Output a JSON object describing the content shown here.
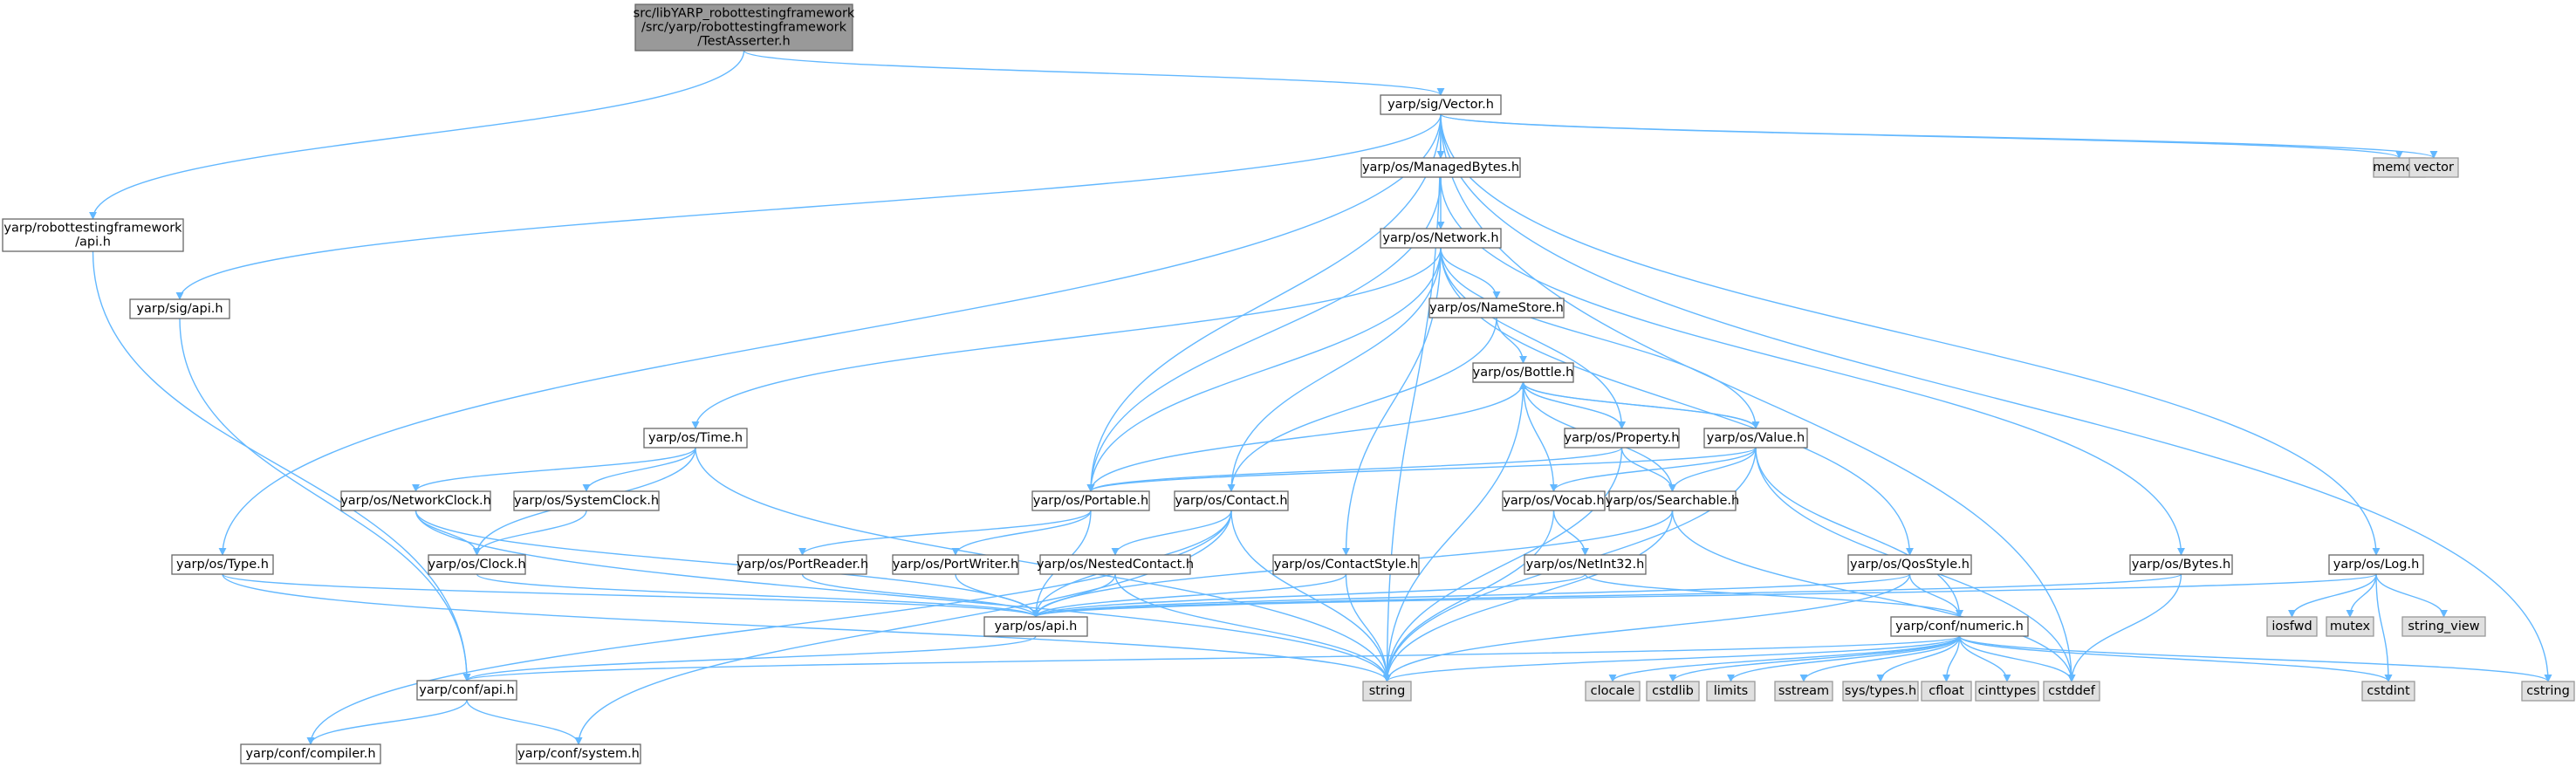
{
  "colors": {
    "edge": "#63b8ff",
    "primary_fill": "#999999",
    "normal_fill": "#ffffff",
    "external_fill": "#e0e0e0",
    "border": "#666666"
  },
  "nodes": [
    {
      "id": "root",
      "kind": "primary",
      "lines": [
        "src/libYARP_robottestingframework",
        "/src/yarp/robottestingframework",
        "/TestAsserter.h"
      ]
    },
    {
      "id": "rtf_api",
      "kind": "normal",
      "lines": [
        "yarp/robottestingframework",
        "/api.h"
      ]
    },
    {
      "id": "vector_h",
      "kind": "normal",
      "lines": [
        "yarp/sig/Vector.h"
      ]
    },
    {
      "id": "sig_api",
      "kind": "normal",
      "lines": [
        "yarp/sig/api.h"
      ]
    },
    {
      "id": "managedbytes",
      "kind": "normal",
      "lines": [
        "yarp/os/ManagedBytes.h"
      ]
    },
    {
      "id": "network",
      "kind": "normal",
      "lines": [
        "yarp/os/Network.h"
      ]
    },
    {
      "id": "namestore",
      "kind": "normal",
      "lines": [
        "yarp/os/NameStore.h"
      ]
    },
    {
      "id": "bottle",
      "kind": "normal",
      "lines": [
        "yarp/os/Bottle.h"
      ]
    },
    {
      "id": "time",
      "kind": "normal",
      "lines": [
        "yarp/os/Time.h"
      ]
    },
    {
      "id": "property",
      "kind": "normal",
      "lines": [
        "yarp/os/Property.h"
      ]
    },
    {
      "id": "value",
      "kind": "normal",
      "lines": [
        "yarp/os/Value.h"
      ]
    },
    {
      "id": "networkclock",
      "kind": "normal",
      "lines": [
        "yarp/os/NetworkClock.h"
      ]
    },
    {
      "id": "systemclock",
      "kind": "normal",
      "lines": [
        "yarp/os/SystemClock.h"
      ]
    },
    {
      "id": "portable",
      "kind": "normal",
      "lines": [
        "yarp/os/Portable.h"
      ]
    },
    {
      "id": "contact",
      "kind": "normal",
      "lines": [
        "yarp/os/Contact.h"
      ]
    },
    {
      "id": "vocab",
      "kind": "normal",
      "lines": [
        "yarp/os/Vocab.h"
      ]
    },
    {
      "id": "searchable",
      "kind": "normal",
      "lines": [
        "yarp/os/Searchable.h"
      ]
    },
    {
      "id": "type",
      "kind": "normal",
      "lines": [
        "yarp/os/Type.h"
      ]
    },
    {
      "id": "clock",
      "kind": "normal",
      "lines": [
        "yarp/os/Clock.h"
      ]
    },
    {
      "id": "portreader",
      "kind": "normal",
      "lines": [
        "yarp/os/PortReader.h"
      ]
    },
    {
      "id": "portwriter",
      "kind": "normal",
      "lines": [
        "yarp/os/PortWriter.h"
      ]
    },
    {
      "id": "nestedcontact",
      "kind": "normal",
      "lines": [
        "yarp/os/NestedContact.h"
      ]
    },
    {
      "id": "contactstyle",
      "kind": "normal",
      "lines": [
        "yarp/os/ContactStyle.h"
      ]
    },
    {
      "id": "netint32",
      "kind": "normal",
      "lines": [
        "yarp/os/NetInt32.h"
      ]
    },
    {
      "id": "qosstyle",
      "kind": "normal",
      "lines": [
        "yarp/os/QosStyle.h"
      ]
    },
    {
      "id": "bytes",
      "kind": "normal",
      "lines": [
        "yarp/os/Bytes.h"
      ]
    },
    {
      "id": "log",
      "kind": "normal",
      "lines": [
        "yarp/os/Log.h"
      ]
    },
    {
      "id": "os_api",
      "kind": "normal",
      "lines": [
        "yarp/os/api.h"
      ]
    },
    {
      "id": "numeric",
      "kind": "normal",
      "lines": [
        "yarp/conf/numeric.h"
      ]
    },
    {
      "id": "conf_api",
      "kind": "normal",
      "lines": [
        "yarp/conf/api.h"
      ]
    },
    {
      "id": "compiler",
      "kind": "normal",
      "lines": [
        "yarp/conf/compiler.h"
      ]
    },
    {
      "id": "system",
      "kind": "normal",
      "lines": [
        "yarp/conf/system.h"
      ]
    },
    {
      "id": "memory",
      "kind": "ext",
      "lines": [
        "memory"
      ]
    },
    {
      "id": "vector",
      "kind": "ext",
      "lines": [
        "vector"
      ]
    },
    {
      "id": "string",
      "kind": "ext",
      "lines": [
        "string"
      ]
    },
    {
      "id": "clocale",
      "kind": "ext",
      "lines": [
        "clocale"
      ]
    },
    {
      "id": "cstdlib",
      "kind": "ext",
      "lines": [
        "cstdlib"
      ]
    },
    {
      "id": "limits",
      "kind": "ext",
      "lines": [
        "limits"
      ]
    },
    {
      "id": "sstream",
      "kind": "ext",
      "lines": [
        "sstream"
      ]
    },
    {
      "id": "systypes",
      "kind": "ext",
      "lines": [
        "sys/types.h"
      ]
    },
    {
      "id": "cfloat",
      "kind": "ext",
      "lines": [
        "cfloat"
      ]
    },
    {
      "id": "cinttypes",
      "kind": "ext",
      "lines": [
        "cinttypes"
      ]
    },
    {
      "id": "cstddef",
      "kind": "ext",
      "lines": [
        "cstddef"
      ]
    },
    {
      "id": "cstdint",
      "kind": "ext",
      "lines": [
        "cstdint"
      ]
    },
    {
      "id": "cstring",
      "kind": "ext",
      "lines": [
        "cstring"
      ]
    },
    {
      "id": "iosfwd",
      "kind": "ext",
      "lines": [
        "iosfwd"
      ]
    },
    {
      "id": "mutex",
      "kind": "ext",
      "lines": [
        "mutex"
      ]
    },
    {
      "id": "string_view",
      "kind": "ext",
      "lines": [
        "string_view"
      ]
    }
  ],
  "edges": [
    [
      "root",
      "rtf_api"
    ],
    [
      "root",
      "vector_h"
    ],
    [
      "rtf_api",
      "conf_api"
    ],
    [
      "vector_h",
      "sig_api"
    ],
    [
      "vector_h",
      "managedbytes"
    ],
    [
      "vector_h",
      "type"
    ],
    [
      "vector_h",
      "portable"
    ],
    [
      "vector_h",
      "string"
    ],
    [
      "vector_h",
      "log"
    ],
    [
      "vector_h",
      "memory"
    ],
    [
      "vector_h",
      "vector"
    ],
    [
      "vector_h",
      "cstring"
    ],
    [
      "vector_h",
      "cstddef"
    ],
    [
      "sig_api",
      "conf_api"
    ],
    [
      "managedbytes",
      "network"
    ],
    [
      "managedbytes",
      "portable"
    ],
    [
      "managedbytes",
      "bytes"
    ],
    [
      "network",
      "time"
    ],
    [
      "network",
      "namestore"
    ],
    [
      "network",
      "contact"
    ],
    [
      "network",
      "portable"
    ],
    [
      "network",
      "contactstyle"
    ],
    [
      "network",
      "property"
    ],
    [
      "network",
      "value"
    ],
    [
      "network",
      "qosstyle"
    ],
    [
      "namestore",
      "bottle"
    ],
    [
      "namestore",
      "contact"
    ],
    [
      "bottle",
      "portable"
    ],
    [
      "bottle",
      "property"
    ],
    [
      "bottle",
      "value"
    ],
    [
      "bottle",
      "vocab"
    ],
    [
      "bottle",
      "searchable"
    ],
    [
      "bottle",
      "string"
    ],
    [
      "property",
      "bottle"
    ],
    [
      "property",
      "portable"
    ],
    [
      "property",
      "searchable"
    ],
    [
      "property",
      "string"
    ],
    [
      "value",
      "bottle"
    ],
    [
      "value",
      "portable"
    ],
    [
      "value",
      "searchable"
    ],
    [
      "value",
      "vocab"
    ],
    [
      "value",
      "numeric"
    ],
    [
      "value",
      "cstddef"
    ],
    [
      "value",
      "string"
    ],
    [
      "time",
      "networkclock"
    ],
    [
      "time",
      "systemclock"
    ],
    [
      "time",
      "clock"
    ],
    [
      "time",
      "string"
    ],
    [
      "networkclock",
      "clock"
    ],
    [
      "networkclock",
      "os_api"
    ],
    [
      "networkclock",
      "string"
    ],
    [
      "systemclock",
      "clock"
    ],
    [
      "clock",
      "os_api"
    ],
    [
      "portable",
      "portreader"
    ],
    [
      "portable",
      "portwriter"
    ],
    [
      "portable",
      "os_api"
    ],
    [
      "contact",
      "nestedcontact"
    ],
    [
      "contact",
      "os_api"
    ],
    [
      "contact",
      "string"
    ],
    [
      "contact",
      "compiler"
    ],
    [
      "contact",
      "system"
    ],
    [
      "portreader",
      "os_api"
    ],
    [
      "portwriter",
      "os_api"
    ],
    [
      "nestedcontact",
      "os_api"
    ],
    [
      "nestedcontact",
      "string"
    ],
    [
      "contactstyle",
      "os_api"
    ],
    [
      "contactstyle",
      "string"
    ],
    [
      "vocab",
      "netint32"
    ],
    [
      "vocab",
      "string"
    ],
    [
      "netint32",
      "os_api"
    ],
    [
      "netint32",
      "numeric"
    ],
    [
      "searchable",
      "os_api"
    ],
    [
      "searchable",
      "string"
    ],
    [
      "searchable",
      "cstddef"
    ],
    [
      "qosstyle",
      "os_api"
    ],
    [
      "qosstyle",
      "numeric"
    ],
    [
      "qosstyle",
      "string"
    ],
    [
      "bytes",
      "os_api"
    ],
    [
      "bytes",
      "cstddef"
    ],
    [
      "type",
      "os_api"
    ],
    [
      "type",
      "string"
    ],
    [
      "log",
      "os_api"
    ],
    [
      "log",
      "iosfwd"
    ],
    [
      "log",
      "mutex"
    ],
    [
      "log",
      "string_view"
    ],
    [
      "log",
      "cstdint"
    ],
    [
      "os_api",
      "conf_api"
    ],
    [
      "numeric",
      "conf_api"
    ],
    [
      "numeric",
      "string"
    ],
    [
      "numeric",
      "clocale"
    ],
    [
      "numeric",
      "cstdlib"
    ],
    [
      "numeric",
      "limits"
    ],
    [
      "numeric",
      "sstream"
    ],
    [
      "numeric",
      "systypes"
    ],
    [
      "numeric",
      "cfloat"
    ],
    [
      "numeric",
      "cinttypes"
    ],
    [
      "numeric",
      "cstddef"
    ],
    [
      "numeric",
      "cstdint"
    ],
    [
      "numeric",
      "cstring"
    ],
    [
      "conf_api",
      "compiler"
    ],
    [
      "conf_api",
      "system"
    ]
  ]
}
